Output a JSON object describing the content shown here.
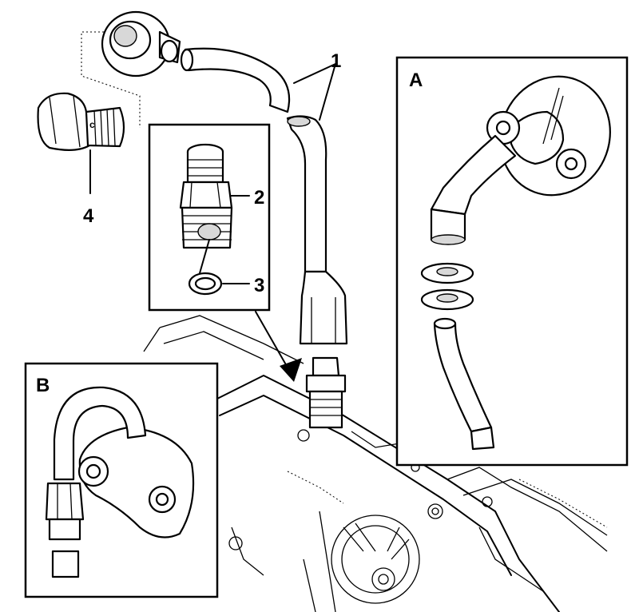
{
  "labels": {
    "pipe": "1",
    "adapter": "2",
    "washer": "3",
    "plug": "4",
    "inset_a": "A",
    "inset_b": "B"
  }
}
